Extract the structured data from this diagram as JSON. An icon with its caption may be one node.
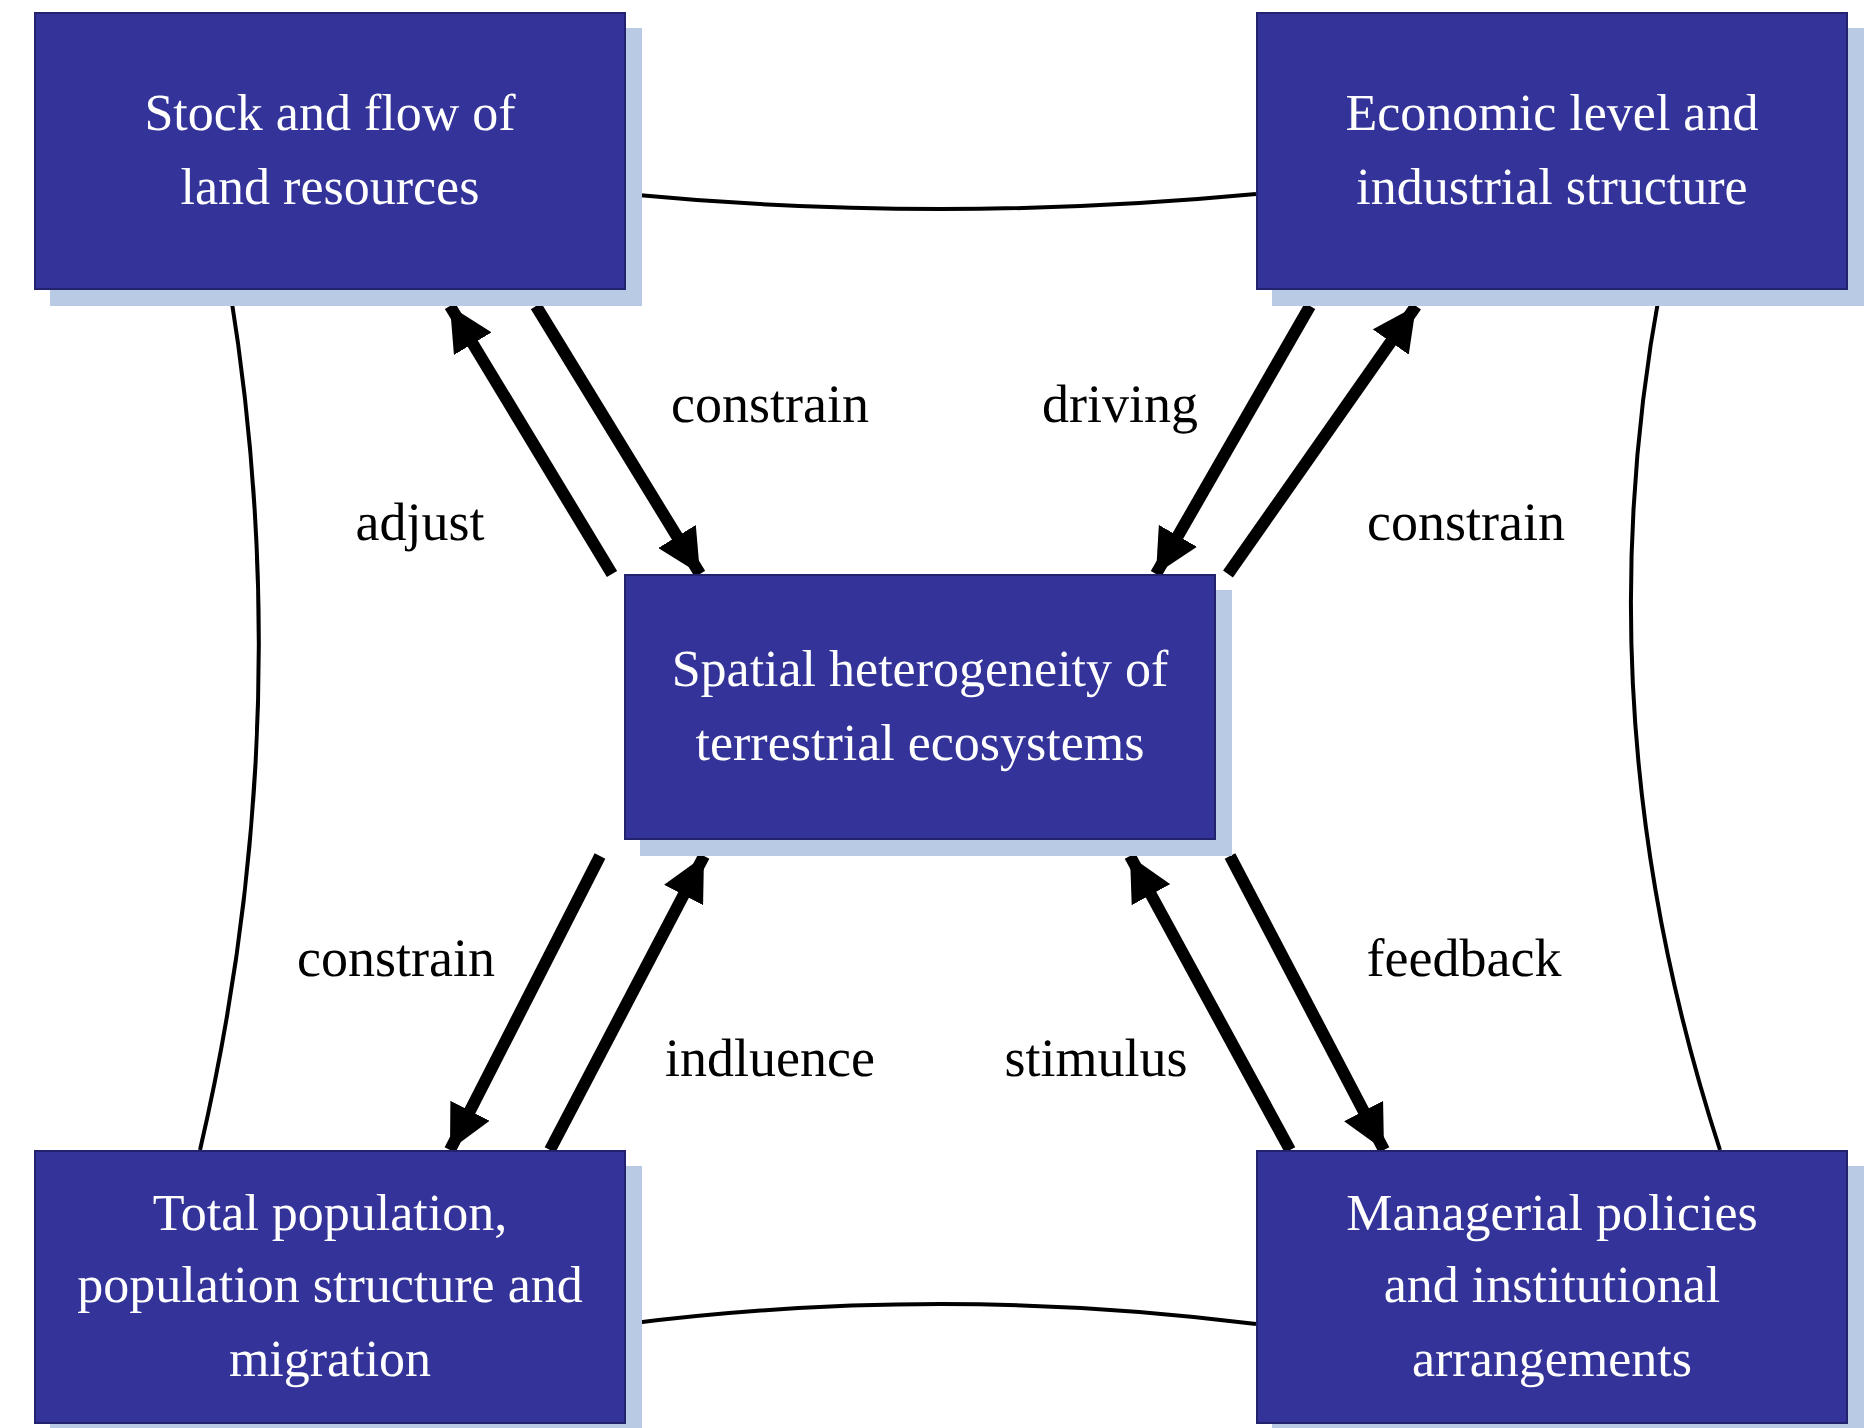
{
  "diagram": {
    "nodes": [
      {
        "text": [
          "Stock and flow of land resources"
        ]
      },
      {
        "text": [
          "Economic level and industrial structure"
        ]
      },
      {
        "text": [
          "Spatial heterogeneity of terrestrial ecosystems"
        ]
      },
      {
        "text": [
          "Total population, population structure and migration"
        ]
      },
      {
        "text": [
          "Managerial policies and institutional arrangements"
        ]
      }
    ],
    "edges": [
      {
        "from": 0,
        "to": 1,
        "arrow": "none"
      },
      {
        "from": 0,
        "to": 3,
        "arrow": "none"
      },
      {
        "from": 1,
        "to": 4,
        "arrow": "none"
      },
      {
        "from": 3,
        "to": 4,
        "arrow": "none"
      },
      {
        "from": 0,
        "to": 2,
        "arrow": "to",
        "label": "constrain"
      },
      {
        "from": 2,
        "to": 0,
        "arrow": "to",
        "label": "adjust"
      },
      {
        "from": 1,
        "to": 2,
        "arrow": "to",
        "label": "driving"
      },
      {
        "from": 2,
        "to": 1,
        "arrow": "to",
        "label": "constrain"
      },
      {
        "from": 2,
        "to": 3,
        "arrow": "to",
        "label": "constrain"
      },
      {
        "from": 3,
        "to": 2,
        "arrow": "to",
        "label": "indluence"
      },
      {
        "from": 2,
        "to": 4,
        "arrow": "to",
        "label": "feedback"
      },
      {
        "from": 4,
        "to": 2,
        "arrow": "to",
        "label": "stimulus"
      }
    ]
  }
}
